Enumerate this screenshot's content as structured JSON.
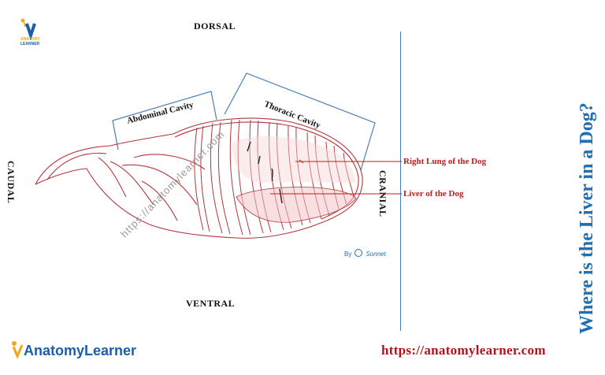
{
  "directions": {
    "dorsal": "DORSAL",
    "ventral": "VENTRAL",
    "caudal": "CAUDAL",
    "cranial": "CRANIAL"
  },
  "cavities": {
    "abdominal": "Abdominal Cavity",
    "thoracic": "Thoracic Cavity"
  },
  "labels": {
    "right_lung": "Right Lung of the Dog",
    "liver": "Liver of the Dog"
  },
  "title": "Where is the Liver in a Dog?",
  "watermark": "https://anatomylearner.com",
  "credit": {
    "by": "By",
    "name": "Sonnet"
  },
  "brand": {
    "part1": "Anatomy",
    "part2": "Learner",
    "logo_small_text": "ANATOMY LEARNER"
  },
  "site_url": "https://anatomylearner.com",
  "colors": {
    "outline": "#b4363a",
    "label_red": "#c21a1a",
    "title_blue": "#1e6fb4",
    "brand_orange": "#f2a71b",
    "brand_blue": "#1b5ea8"
  }
}
